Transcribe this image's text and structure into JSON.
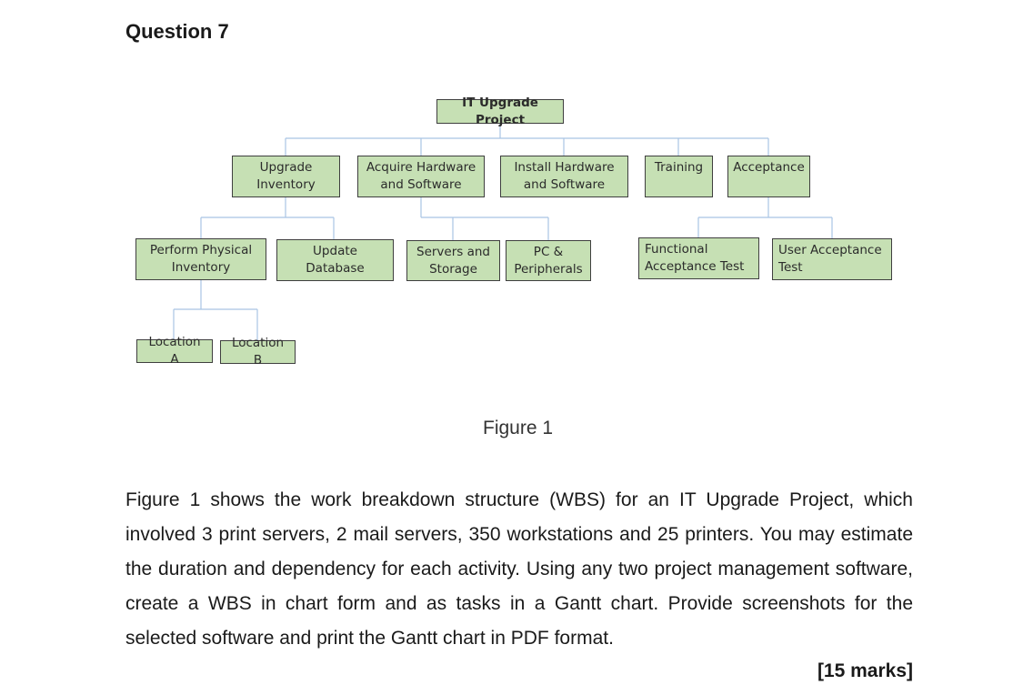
{
  "question": {
    "title": "Question 7"
  },
  "wbs": {
    "root": "IT Upgrade Project",
    "upgrade_inventory": "Upgrade\nInventory",
    "acquire": "Acquire Hardware\nand Software",
    "install": "Install Hardware\nand Software",
    "training": "Training",
    "acceptance": "Acceptance",
    "perform_inventory": "Perform Physical\nInventory",
    "update_database": "Update Database",
    "servers_storage": "Servers and\nStorage",
    "pc_peripherals": "PC &\nPeripherals",
    "functional_test": "Functional\nAcceptance Test",
    "user_test": "User Acceptance\nTest",
    "location_a": "Location A",
    "location_b": "Location B"
  },
  "figure": {
    "caption": "Figure 1"
  },
  "body": {
    "paragraph": "Figure 1 shows the work breakdown structure (WBS) for an IT Upgrade Project, which involved 3 print servers, 2 mail servers, 350 workstations and 25 printers. You may estimate the duration and dependency for each activity. Using any two project management software, create a WBS in chart form and as tasks in a Gantt chart. Provide screenshots for the selected software and print the Gantt chart in PDF format."
  },
  "marks": {
    "label": "[15 marks]"
  },
  "colors": {
    "node_fill": "#c6e0b4",
    "node_border": "#3f3f3f",
    "connector": "#a9c4e4"
  }
}
